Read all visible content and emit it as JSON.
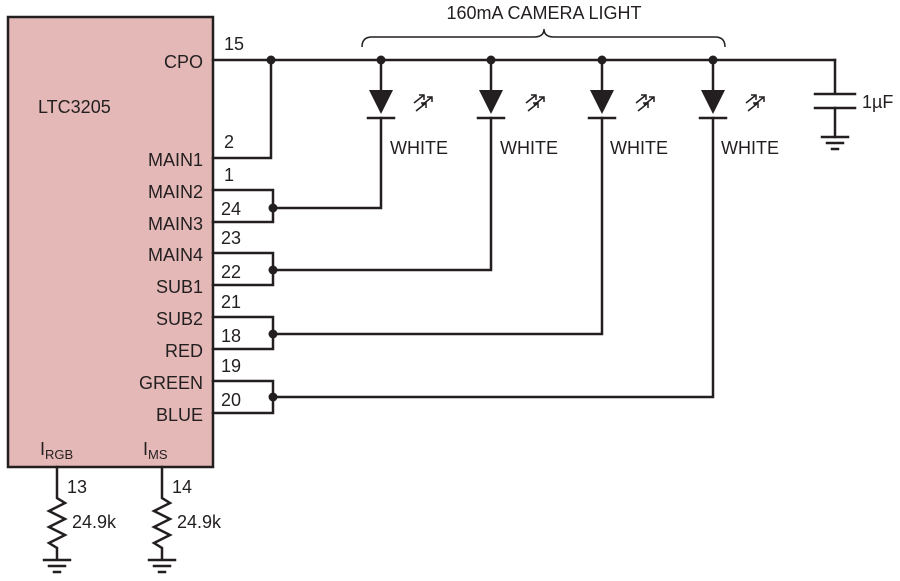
{
  "title": "160mA CAMERA LIGHT",
  "chip": {
    "name": "LTC3205",
    "fill_color": "#e3b8b6",
    "pins": [
      {
        "name": "CPO",
        "num": "15"
      },
      {
        "name": "MAIN1",
        "num": "2"
      },
      {
        "name": "MAIN2",
        "num": "1"
      },
      {
        "name": "MAIN3",
        "num": "24"
      },
      {
        "name": "MAIN4",
        "num": "23"
      },
      {
        "name": "SUB1",
        "num": "22"
      },
      {
        "name": "SUB2",
        "num": "21"
      },
      {
        "name": "RED",
        "num": "18"
      },
      {
        "name": "GREEN",
        "num": "19"
      },
      {
        "name": "BLUE",
        "num": "20"
      }
    ],
    "bottom_pins": [
      {
        "name": "I",
        "sub": "RGB",
        "num": "13"
      },
      {
        "name": "I",
        "sub": "MS",
        "num": "14"
      }
    ]
  },
  "leds": [
    {
      "label": "WHITE"
    },
    {
      "label": "WHITE"
    },
    {
      "label": "WHITE"
    },
    {
      "label": "WHITE"
    }
  ],
  "capacitor": {
    "label": "1µF"
  },
  "resistors": [
    {
      "label": "24.9k"
    },
    {
      "label": "24.9k"
    }
  ]
}
